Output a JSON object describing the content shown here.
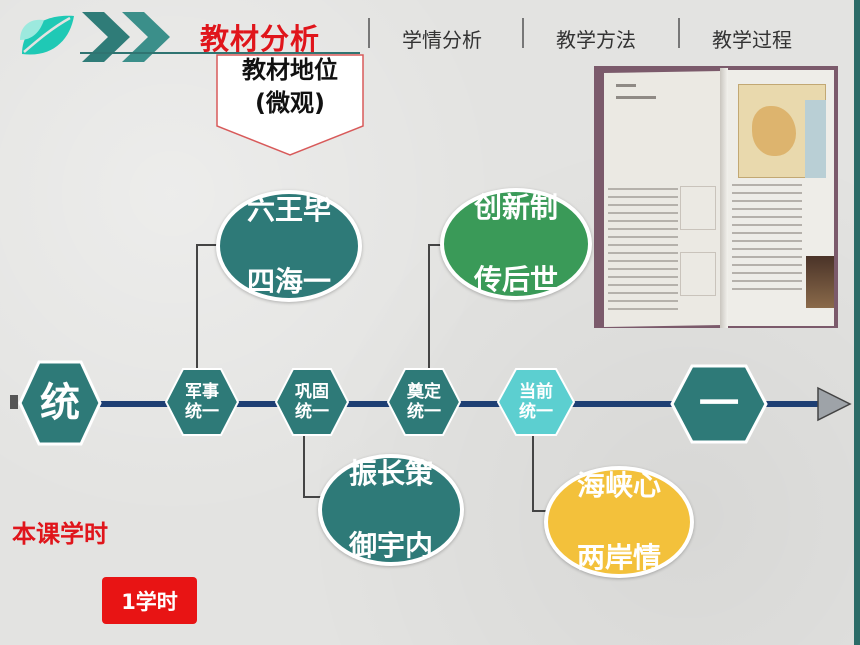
{
  "header": {
    "active_tab": "教材分析",
    "tabs": [
      "学情分析",
      "教学方法",
      "教学过程"
    ]
  },
  "callout": {
    "line1": "教材地位",
    "line2": "(微观)"
  },
  "timeline": {
    "start": "统",
    "end": "一",
    "nodes": [
      {
        "line1": "军事",
        "line2": "统一"
      },
      {
        "line1": "巩固",
        "line2": "统一"
      },
      {
        "line1": "奠定",
        "line2": "统一"
      },
      {
        "line1": "当前",
        "line2": "统一"
      }
    ],
    "bubbles": [
      {
        "line1": "六王毕",
        "line2": "四海一"
      },
      {
        "line1": "振长策",
        "line2": "御宇内"
      },
      {
        "line1": "创新制",
        "line2": "传后世"
      },
      {
        "line1": "海峡心",
        "line2": "两岸情"
      }
    ]
  },
  "lesson": {
    "label": "本课学时",
    "value": "1学时"
  },
  "colors": {
    "teal": "#2e7a78",
    "light_teal": "#5ccfd0",
    "navy_axis": "#1e3f73",
    "yellow": "#f3c13b",
    "red": "#e0151b"
  }
}
